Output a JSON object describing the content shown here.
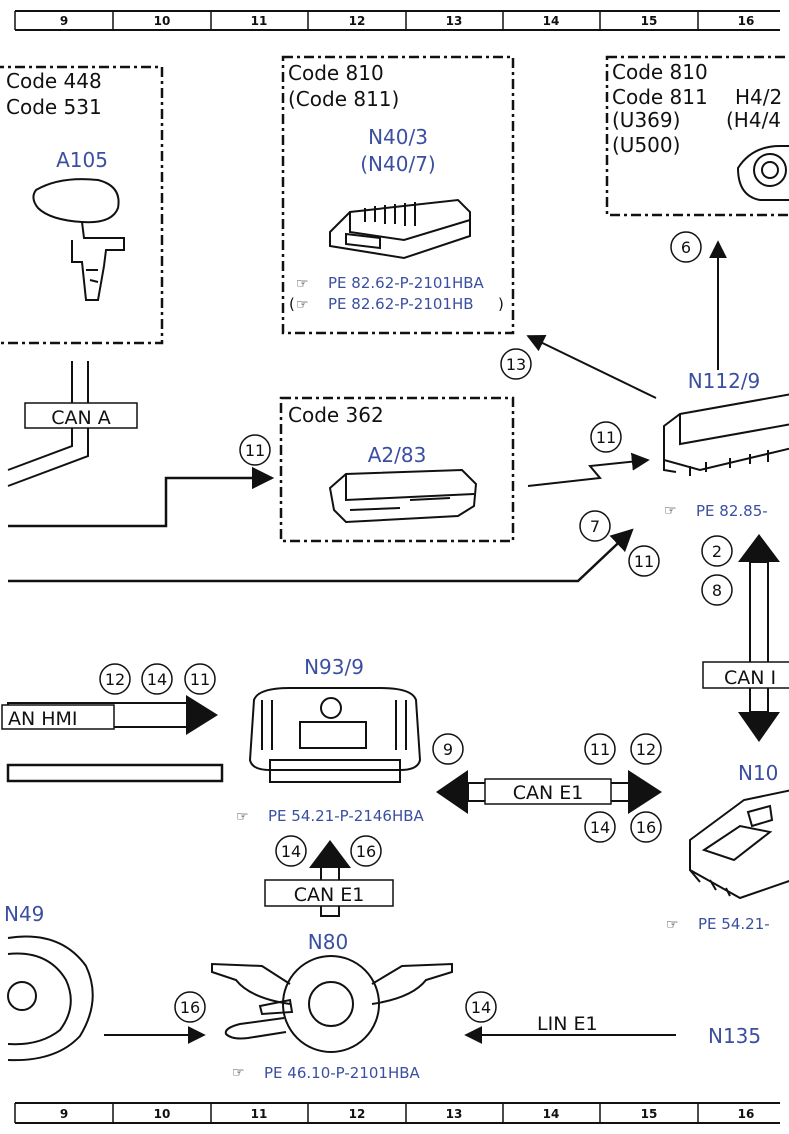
{
  "ruler": {
    "columns": [
      "9",
      "10",
      "11",
      "12",
      "13",
      "14",
      "15",
      "16"
    ]
  },
  "groups": {
    "left_top": {
      "lines": [
        "Code 448",
        "Code 531"
      ],
      "component": "A105"
    },
    "center_top": {
      "lines": [
        "Code 810",
        "(Code 811)"
      ],
      "component_lines": [
        "N40/3",
        "(N40/7)"
      ],
      "refs": [
        "PE 82.62-P-2101HBA",
        "PE 82.62-P-2101HB"
      ]
    },
    "right_top": {
      "lines": [
        "Code 810",
        "Code 811",
        "(U369)",
        "(U500)"
      ],
      "component_lines": [
        "H4/2",
        "(H4/4"
      ]
    },
    "center_mid": {
      "lines": [
        "Code 362"
      ],
      "component": "A2/83"
    }
  },
  "components": {
    "n112": {
      "name": "N112/9",
      "ref": "PE 82.85-"
    },
    "n93": {
      "name": "N93/9",
      "ref": "PE 54.21-P-2146HBA"
    },
    "n10": {
      "name": "N10",
      "ref": "PE 54.21-"
    },
    "n49": {
      "name": "N49"
    },
    "n80": {
      "name": "N80",
      "ref": "PE 46.10-P-2101HBA"
    },
    "n135": {
      "name": "N135"
    }
  },
  "buses": {
    "can_a": "CAN A",
    "can_hmi": "AN HMI",
    "can_e1_h": "CAN E1",
    "can_e1_v": "CAN E1",
    "can_right": "CAN I",
    "lin_e1": "LIN E1"
  },
  "markers": {
    "m13": "13",
    "m6": "6",
    "m11_top": "11",
    "m11_left": "11",
    "m7": "7",
    "m11_low": "11",
    "m2": "2",
    "m8": "8",
    "m12a": "12",
    "m14a": "14",
    "m11b": "11",
    "m9": "9",
    "m11c": "11",
    "m12c": "12",
    "m14c": "14",
    "m16c": "16",
    "m14d": "14",
    "m16d": "16",
    "m16e": "16",
    "m14e": "14"
  }
}
